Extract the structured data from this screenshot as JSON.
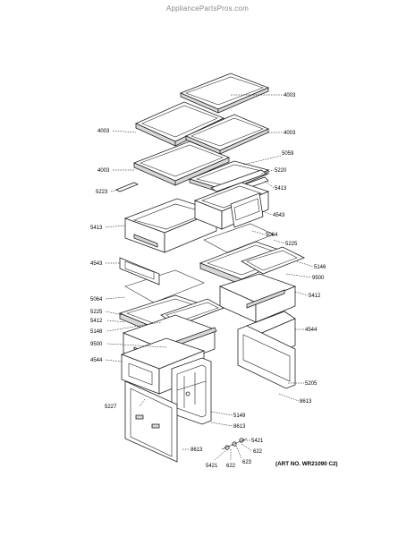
{
  "watermark": "AppliancePartsPros.com",
  "art_number": "(ART NO. WR21090 C2)",
  "labels": {
    "l4003a": "4003",
    "l4003b": "4003",
    "l4003c": "4003",
    "l4003d": "4003",
    "l5059": "5059",
    "l5220": "5220",
    "l5223": "5223",
    "l5413a": "5413",
    "l5413b": "5413",
    "l4543a": "4543",
    "l4543b": "4543",
    "l5064a": "5064",
    "l5064b": "5064",
    "l5225a": "5225",
    "l5225b": "5225",
    "l5146": "5146",
    "l9500a": "9500",
    "l9500b": "9500",
    "l5412a": "5412",
    "l5412b": "5412",
    "l5148": "5148",
    "l4544a": "4544",
    "l4544b": "4544",
    "l5205": "5205",
    "l8613a": "8613",
    "l8613b": "8613",
    "l8613c": "8613",
    "l5227": "5227",
    "l5149": "5149",
    "l5421a": "5421",
    "l5421b": "5421",
    "l622a": "622",
    "l622b": "622",
    "l623": "623"
  }
}
